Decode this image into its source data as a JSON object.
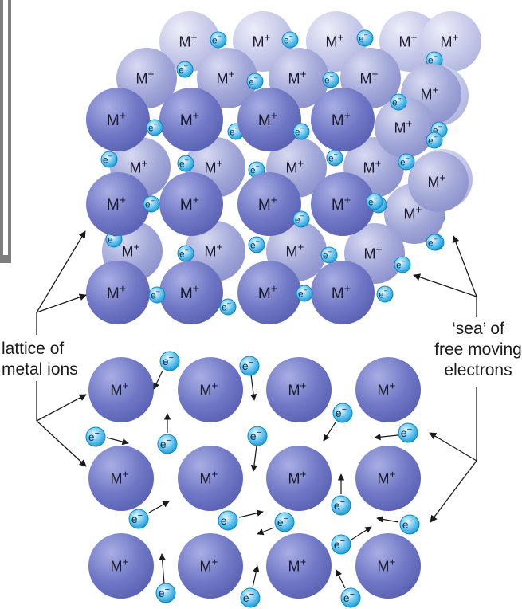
{
  "labels": {
    "lattice": "lattice of\nmetal ions",
    "sea": "‘sea’ of\nfree moving\nelectrons"
  },
  "ion_text": "M+",
  "electron_text": "e−",
  "colors": {
    "ion_front": "#6c74c3",
    "ion_mid": "#9da3d6",
    "ion_back": "#c6c9e8",
    "electron": "#19a6e0",
    "electron_highlight": "#cfefff",
    "arrow": "#1a1a1a"
  }
}
